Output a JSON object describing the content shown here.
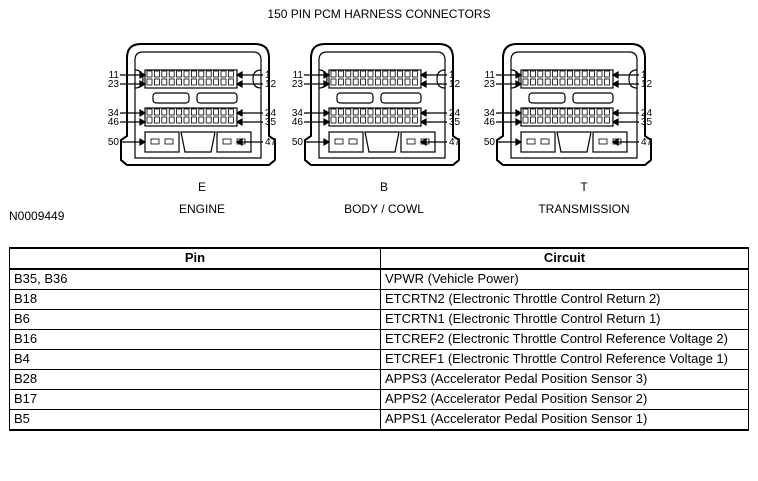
{
  "figure": {
    "title": "150 PIN PCM HARNESS CONNECTORS",
    "id": "N0009449",
    "connectors": [
      {
        "letter": "E",
        "name": "ENGINE"
      },
      {
        "letter": "B",
        "name": "BODY / COWL"
      },
      {
        "letter": "T",
        "name": "TRANSMISSION"
      }
    ],
    "pin_labels": {
      "left": [
        "11",
        "23",
        "34",
        "46",
        "50"
      ],
      "right": [
        "1",
        "12",
        "24",
        "35",
        "47"
      ]
    }
  },
  "table": {
    "headers": {
      "pin": "Pin",
      "circuit": "Circuit"
    },
    "rows": [
      {
        "pin": "B35, B36",
        "circuit": "VPWR (Vehicle Power)"
      },
      {
        "pin": "B18",
        "circuit": "ETCRTN2 (Electronic Throttle Control Return 2)"
      },
      {
        "pin": "B6",
        "circuit": "ETCRTN1 (Electronic Throttle Control Return 1)"
      },
      {
        "pin": "B16",
        "circuit": "ETCREF2 (Electronic Throttle Control Reference Voltage 2)"
      },
      {
        "pin": "B4",
        "circuit": "ETCREF1 (Electronic Throttle Control Reference Voltage 1)"
      },
      {
        "pin": "B28",
        "circuit": "APPS3 (Accelerator Pedal Position Sensor 3)"
      },
      {
        "pin": "B17",
        "circuit": "APPS2 (Accelerator Pedal Position Sensor 2)"
      },
      {
        "pin": "B5",
        "circuit": "APPS1 (Accelerator Pedal Position Sensor 1)"
      }
    ]
  }
}
